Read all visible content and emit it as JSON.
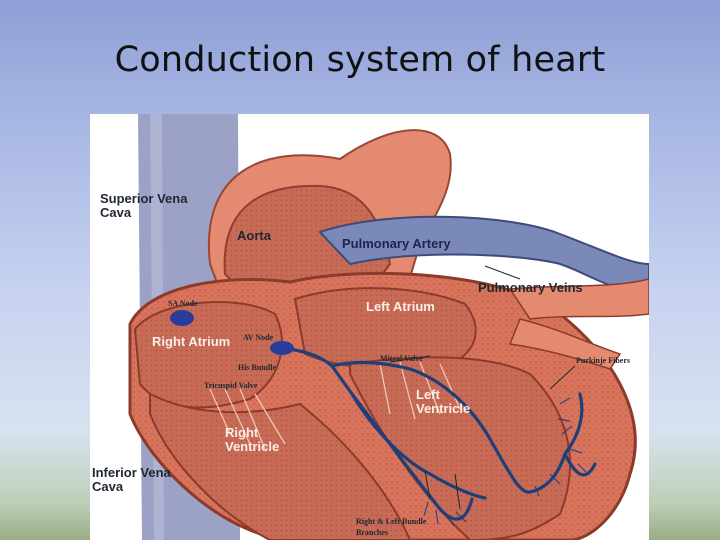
{
  "slide": {
    "title": "Conduction system of heart"
  },
  "labels": {
    "superior_vena_cava": "Superior Vena Cava",
    "aorta": "Aorta",
    "pulmonary_artery": "Pulmonary Artery",
    "pulmonary_veins": "Pulmonary Veins",
    "left_atrium": "Left Atrium",
    "sa_node": "SA Node",
    "right_atrium": "Right Atrium",
    "av_node": "AV Node",
    "his_bundle": "His Bundle",
    "mitral_valve": "Mitral Valve",
    "purkinje_fibers": "Purkinje Fibers",
    "tricuspid_valve": "Tricuspid Valve",
    "left_ventricle": "Left Ventricle",
    "right_ventricle": "Right Ventricle",
    "inferior_vena_cava": "Inferior Vena Cava",
    "bundle_branches": "Right & Left Bundle Branches"
  },
  "colors": {
    "myocardium": "#e07b62",
    "chamber_fill": "#c96a55",
    "vena_cava": "#9aa0c4",
    "pulmonary_artery": "#7a88b8",
    "conduction_path": "#1f3f7a",
    "node": "#2a3d9c"
  }
}
